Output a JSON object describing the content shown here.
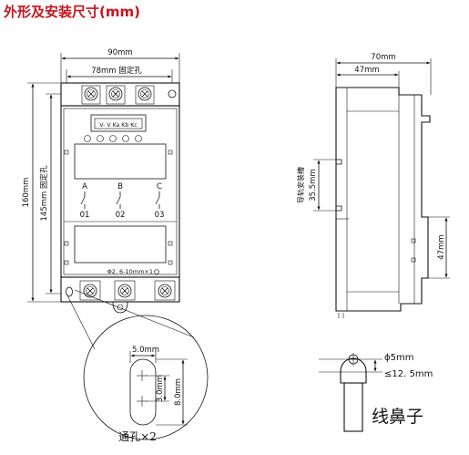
{
  "title": "外形及安装尺寸(mm)",
  "front": {
    "width_total": "90mm",
    "width_fix": "78mm 固定孔",
    "height_total": "160mm",
    "height_fix": "145mm 固定孔",
    "connector_label": "V- V Ka Kb Kc",
    "phases": [
      "A",
      "B",
      "C"
    ],
    "outputs": [
      "01",
      "02",
      "03"
    ],
    "fuse_label": "Φ2. 6-10mm×1"
  },
  "side": {
    "depth_total": "70mm",
    "depth_rail": "47mm",
    "rail_label": "导轨安装槽",
    "rail_height": "35.5mm",
    "terminal_height": "47mm"
  },
  "detail": {
    "hole_width": "5.0mm",
    "hole_pitch": "3.0mm",
    "hole_length": "8.0mm",
    "caption": "通孔×2"
  },
  "lug": {
    "diameter": "ϕ5mm",
    "width": "≤12. 5mm",
    "caption": "线鼻子"
  }
}
